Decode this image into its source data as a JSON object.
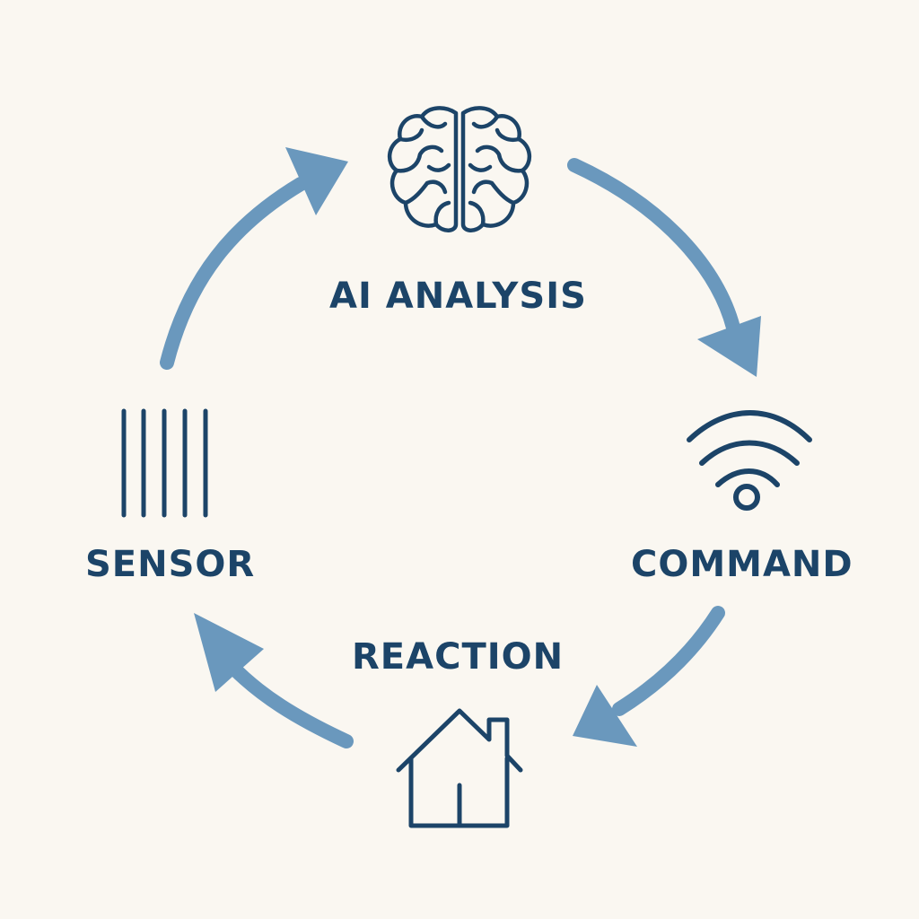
{
  "colors": {
    "background": "#faf7f1",
    "ink": "#1c4468",
    "arrow": "#6a98bd"
  },
  "nodes": [
    {
      "id": "ai",
      "label": "AI ANALYSIS",
      "icon": "brain-icon"
    },
    {
      "id": "command",
      "label": "COMMAND",
      "icon": "wifi-signal-icon"
    },
    {
      "id": "reaction",
      "label": "REACTION",
      "icon": "house-icon"
    },
    {
      "id": "sensor",
      "label": "SENSOR",
      "icon": "sensor-bars-icon"
    }
  ],
  "flow": [
    {
      "from": "sensor",
      "to": "ai"
    },
    {
      "from": "ai",
      "to": "command"
    },
    {
      "from": "command",
      "to": "reaction"
    },
    {
      "from": "reaction",
      "to": "sensor"
    }
  ]
}
